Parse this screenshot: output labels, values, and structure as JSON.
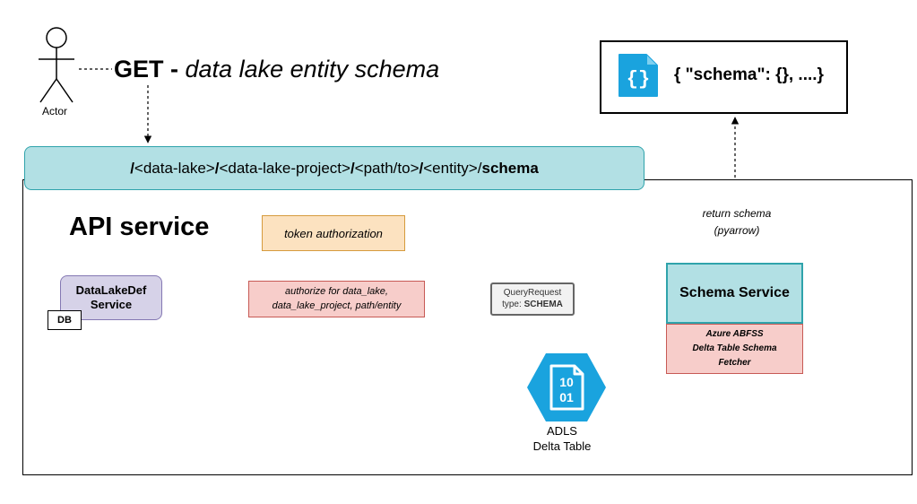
{
  "actor": {
    "label": "Actor"
  },
  "request": {
    "method": "GET -",
    "description": "data lake entity schema"
  },
  "route": {
    "segments": [
      {
        "text": "/",
        "bold": true
      },
      {
        "text": "<data-lake>",
        "bold": false
      },
      {
        "text": "/",
        "bold": true
      },
      {
        "text": "<data-lake-project>",
        "bold": false
      },
      {
        "text": "/",
        "bold": true
      },
      {
        "text": "<path/to>",
        "bold": false
      },
      {
        "text": "/",
        "bold": true
      },
      {
        "text": "<entity>",
        "bold": false
      },
      {
        "text": "/",
        "bold": false
      },
      {
        "text": "schema",
        "bold": true
      }
    ]
  },
  "response": {
    "json": "{ \"schema\": {}, ....}",
    "icon": "json-file-icon"
  },
  "api_service": {
    "title": "API service"
  },
  "token_auth": {
    "label": "token authorization"
  },
  "authorize": {
    "line1": "authorize for data_lake,",
    "line2": "data_lake_project, path/entity"
  },
  "datalakedef": {
    "line1": "DataLakeDef",
    "line2": "Service",
    "db": "DB"
  },
  "query_request": {
    "line1": "QueryRequest",
    "type_prefix": "type:",
    "type_value": "SCHEMA"
  },
  "schema_service": {
    "label": "Schema Service"
  },
  "fetcher": {
    "line1": "Azure ABFSS",
    "line2": "Delta Table Schema",
    "line3": "Fetcher"
  },
  "return_schema": {
    "line1": "return schema",
    "line2": "(pyarrow)"
  },
  "adls": {
    "line1": "ADLS",
    "line2": "Delta Table",
    "glyph_top": "10",
    "glyph_bottom": "01"
  },
  "colors": {
    "teal_fill": "#b2e0e4",
    "teal_border": "#2fa3ab",
    "orange_fill": "#fce2c0",
    "red_fill": "#f7cdca",
    "purple_fill": "#d6d2e8",
    "azure_blue": "#1aa3de"
  }
}
